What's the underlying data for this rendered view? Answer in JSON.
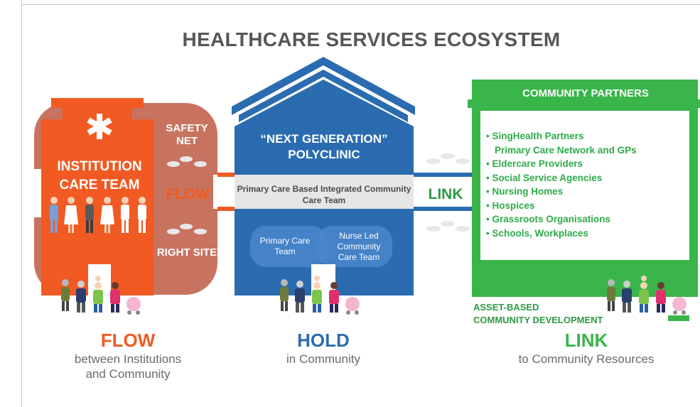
{
  "title": "HEALTHCARE SERVICES ECOSYSTEM",
  "institution": {
    "title": "INSTITUTION CARE TEAM",
    "safety_net": "SAFETY NET",
    "right_site": "RIGHT SITE",
    "flow_label": "FLOW"
  },
  "polyclinic": {
    "title": "“NEXT GENERATION” POLYCLINIC",
    "band_text": "Primary Care Based Integrated Community Care Team",
    "pill_left": "Primary Care Team",
    "pill_right": "Nurse Led Community Care Team"
  },
  "link_label": "LINK",
  "community": {
    "title": "COMMUNITY PARTNERS",
    "items": [
      "• SingHealth Partners",
      "Primary Care Network and GPs",
      "• Eldercare Providers",
      "• Social Service Agencies",
      "• Nursing Homes",
      "• Hospices",
      "• Grassroots Organisations",
      "• Schools, Workplaces"
    ],
    "asset_line1": "ASSET-BASED",
    "asset_line2": "COMMUNITY DEVELOPMENT"
  },
  "captions": {
    "flow": {
      "word": "FLOW",
      "line1": "between Institutions",
      "line2": "and Community"
    },
    "hold": {
      "word": "HOLD",
      "line1": "in Community"
    },
    "link": {
      "word": "LINK",
      "line1": "to Community Resources"
    }
  },
  "colors": {
    "orange": "#f15a22",
    "brick": "#c8735f",
    "blue": "#2b6cb0",
    "green": "#39b54a",
    "grey_text": "#555759"
  },
  "icons": [
    "medical-star-icon",
    "footprints-icon",
    "people-group-icon"
  ]
}
